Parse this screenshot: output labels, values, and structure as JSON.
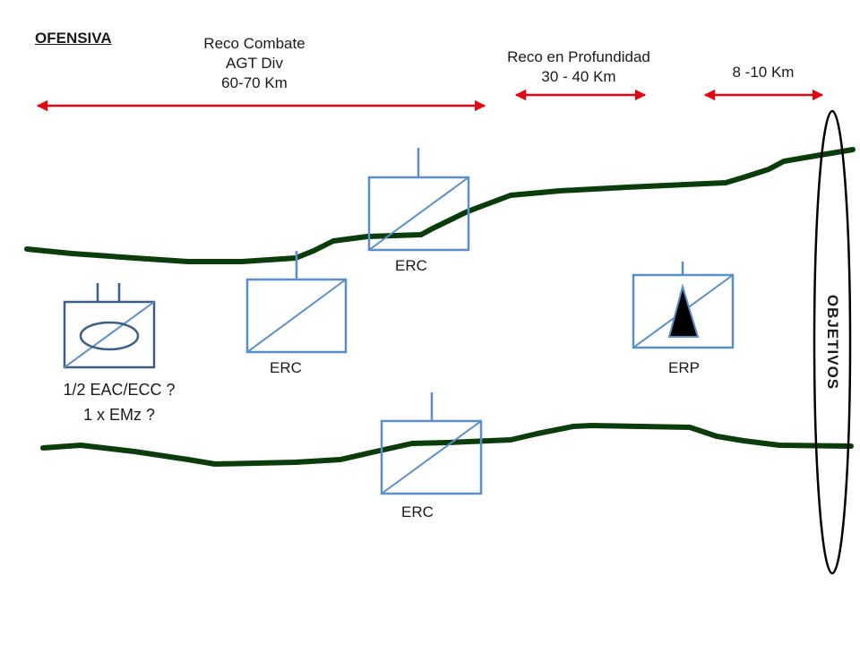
{
  "title": "OFENSIVA",
  "zones": {
    "reco_combate": {
      "line1": "Reco Combate",
      "line2": "AGT Div",
      "line3": "60-70 Km"
    },
    "reco_profundidad": {
      "line1": "Reco en Profundidad",
      "line2": "30 - 40 Km"
    },
    "final_distance": "8 -10 Km"
  },
  "units": {
    "erc_top": "ERC",
    "erc_middle": "ERC",
    "erc_bottom": "ERC",
    "erp": "ERP",
    "reserve_line1": "1/2 EAC/ECC ?",
    "reserve_line2": "1 x EMz ?"
  },
  "objective": "OBJETIVOS",
  "colors": {
    "arrow": "#e30613",
    "boundary": "#0b3d0b",
    "unit_frame": "#5b8fc9",
    "reserve_frame": "#3b5f87",
    "ellipse": "#000000"
  }
}
